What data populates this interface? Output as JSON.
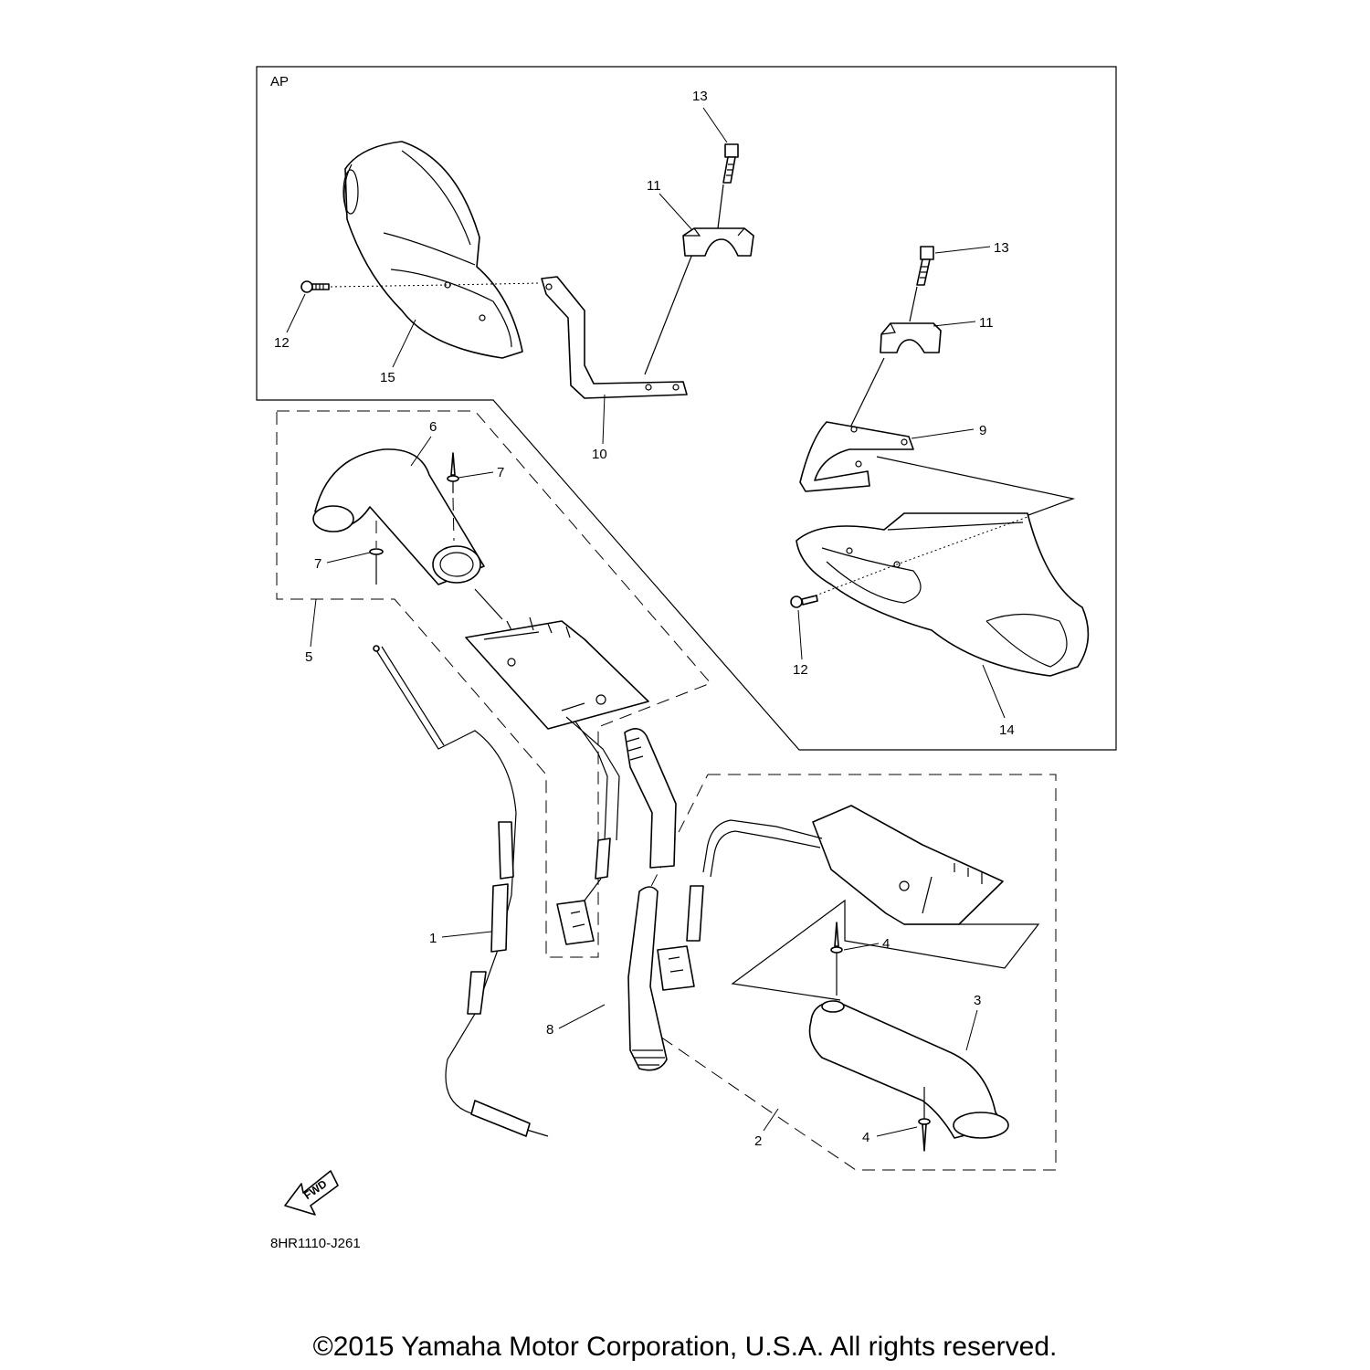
{
  "diagram": {
    "section_label": "AP",
    "drawing_code": "8HR1110-J261",
    "fwd_label": "FWD",
    "callouts": {
      "c1": "1",
      "c2": "2",
      "c3": "3",
      "c4a": "4",
      "c4b": "4",
      "c5": "5",
      "c6": "6",
      "c7a": "7",
      "c7b": "7",
      "c8": "8",
      "c9": "9",
      "c10": "10",
      "c11a": "11",
      "c11b": "11",
      "c12a": "12",
      "c12b": "12",
      "c13a": "13",
      "c13b": "13",
      "c14": "14",
      "c15": "15"
    }
  },
  "footer": {
    "copyright": "©2015 Yamaha Motor Corporation, U.S.A. All rights reserved."
  }
}
